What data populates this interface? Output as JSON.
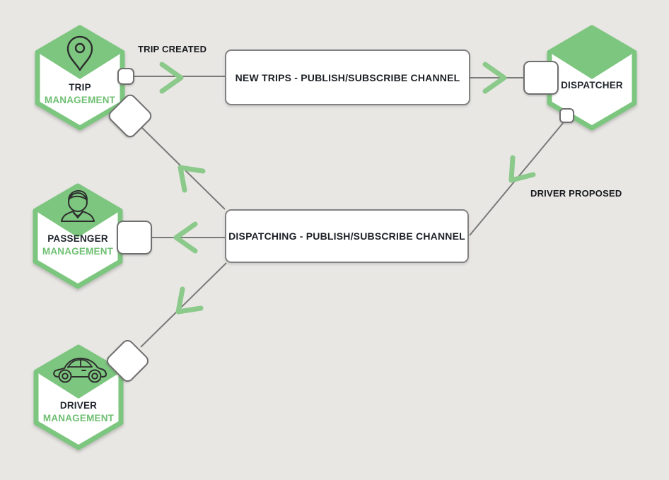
{
  "nodes": {
    "trip_management": {
      "line1": "TRIP",
      "line2": "MANAGEMENT",
      "icon": "location-pin-icon"
    },
    "passenger_management": {
      "line1": "PASSENGER",
      "line2": "MANAGEMENT",
      "icon": "person-icon"
    },
    "driver_management": {
      "line1": "DRIVER",
      "line2": "MANAGEMENT",
      "icon": "car-icon"
    },
    "dispatcher": {
      "label": "DISPATCHER"
    }
  },
  "channels": {
    "new_trips": {
      "label": "NEW TRIPS - PUBLISH/SUBSCRIBE CHANNEL"
    },
    "dispatching": {
      "label": "DISPATCHING - PUBLISH/SUBSCRIBE CHANNEL"
    }
  },
  "edge_labels": {
    "trip_created": "TRIP CREATED",
    "driver_proposed": "DRIVER PROPOSED"
  },
  "colors": {
    "hex_green": "#7dc67f",
    "green_text": "#6fbf73",
    "arrow_green": "#8bca8b",
    "line_gray": "#7a7a7a",
    "background": "#e9e7e4",
    "dark_text": "#21262e"
  }
}
